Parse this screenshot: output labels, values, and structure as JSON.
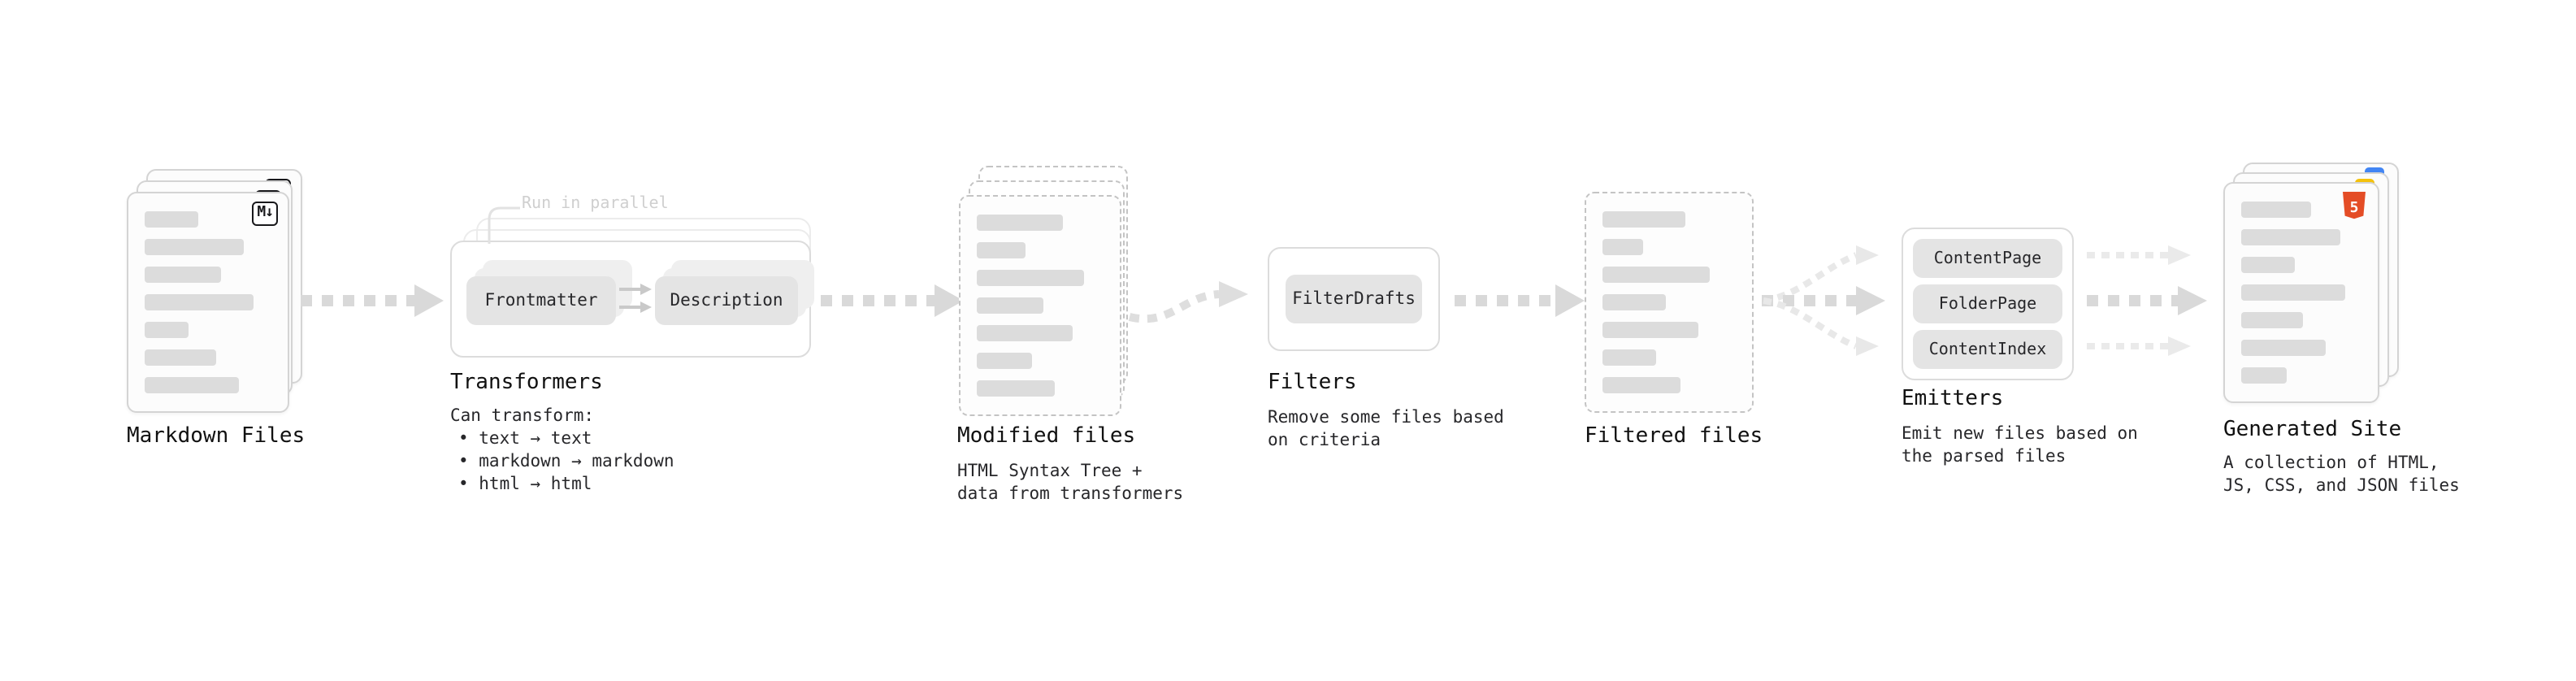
{
  "diagram": {
    "markdown_files": {
      "label": "Markdown Files",
      "badge": "M↓"
    },
    "transformers": {
      "note": "Run in parallel",
      "nodes": [
        "Frontmatter",
        "Description"
      ],
      "heading": "Transformers",
      "caption_title": "Can transform:",
      "caption_items": [
        "• text → text",
        "• markdown → markdown",
        "• html → html"
      ]
    },
    "modified_files": {
      "label": "Modified files",
      "caption": "HTML Syntax Tree +\ndata from transformers"
    },
    "filters": {
      "heading": "Filters",
      "nodes": [
        "FilterDrafts"
      ],
      "caption": "Remove some files based\non criteria"
    },
    "filtered_files": {
      "label": "Filtered files"
    },
    "emitters": {
      "heading": "Emitters",
      "nodes": [
        "ContentPage",
        "FolderPage",
        "ContentIndex"
      ],
      "caption": "Emit new files based on\nthe parsed files"
    },
    "generated_site": {
      "label": "Generated Site",
      "badge": "5",
      "caption": "A collection of HTML,\nJS, CSS, and JSON files"
    },
    "colors": {
      "accent_html5": "#e44d26",
      "badge_blue": "#4285f4",
      "badge_yellow": "#f4c20d"
    }
  }
}
